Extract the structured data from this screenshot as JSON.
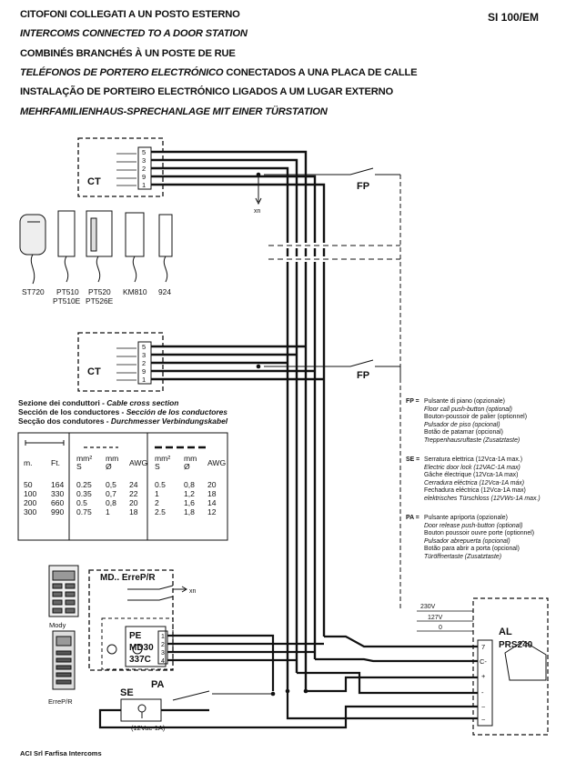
{
  "header": {
    "titles": [
      "CITOFONI COLLEGATI A UN POSTO ESTERNO",
      "INTERCOMS CONNECTED TO A DOOR STATION",
      "COMBINÉS BRANCHÉS À UN POSTE DE RUE",
      "TELÉFONOS DE PORTERO ELECTRÓNICO",
      "CONECTADOS A UNA PLACA DE CALLE",
      "INSTALAÇÃO DE PORTEIRO ELECTRÓNICO LIGADOS A UM LUGAR EXTERNO",
      "MEHRFAMILIENHAUS-SPRECHANLAGE MIT EINER TÜRSTATION"
    ],
    "ref": "SI 100/EM"
  },
  "diagram": {
    "ct_label": "CT",
    "fp_label": "FP",
    "xn_label": "xn",
    "terminals": [
      "5",
      "3",
      "2",
      "9",
      "1"
    ],
    "phones": [
      {
        "label1": "ST720",
        "label2": ""
      },
      {
        "label1": "PT510",
        "label2": "PT510E"
      },
      {
        "label1": "PT520",
        "label2": "PT526E"
      },
      {
        "label1": "KM810",
        "label2": ""
      },
      {
        "label1": "924",
        "label2": ""
      }
    ],
    "md_label": "MD.. ErreP/R",
    "pe_lines": [
      "PE",
      "MD30",
      "337C"
    ],
    "pe_terminals": [
      "1",
      "2",
      "3",
      "4"
    ],
    "mody_label": "Mody",
    "errep_label": "ErreP/R",
    "se_label": "SE",
    "pa_label": "PA",
    "se_spec": "(12Vac-1A)",
    "al_label": "AL",
    "al_model": "PRS240",
    "al_voltages": [
      "230V",
      "127V",
      "0"
    ],
    "al_terminals": [
      "7",
      "C-",
      "+",
      "-",
      "~",
      "~"
    ]
  },
  "cable": {
    "line1_bold": "Sezione dei conduttori - ",
    "line1_it": "Cable cross section",
    "line2_bold": "Sección de los conductores - ",
    "line2_it": "Sección de los conductores",
    "line3_bold": "Secção dos condutores - ",
    "line3_it": "Durchmesser Verbindungskabel",
    "headers": [
      "m.",
      "Ft.",
      "mm²\nS",
      "mm\nØ",
      "AWG",
      "mm²\nS",
      "mm\nØ",
      "AWG"
    ],
    "rows": [
      [
        "50",
        "164",
        "0.25",
        "0,5",
        "24",
        "0.5",
        "0,8",
        "20"
      ],
      [
        "100",
        "330",
        "0.35",
        "0,7",
        "22",
        "1",
        "1,2",
        "18"
      ],
      [
        "200",
        "660",
        "0.5",
        "0,8",
        "20",
        "2",
        "1,6",
        "14"
      ],
      [
        "300",
        "990",
        "0.75",
        "1",
        "18",
        "2.5",
        "1,8",
        "12"
      ]
    ]
  },
  "legend": {
    "fp": {
      "key": "FP =",
      "lines": [
        "Pulsante di piano (opzionale)",
        "Floor call push-button (optional)",
        "Bouton-poussoir de palier (optionnel)",
        "Pulsador de piso (opcional)",
        "Botão de patamar (opcional)",
        "Treppenhausruftaste (Zusatztaste)"
      ]
    },
    "se": {
      "key": "SE =",
      "lines": [
        "Serratura elettrica (12Vca-1A max.)",
        "Electric door lock (12VAC-1A max)",
        "Gâche électrique (12Vca-1A max)",
        "Cerradura eléctrica (12Vca-1A máx)",
        "Fechadura eléctrica (12Vca-1A max)",
        "elektrisches Türschloss (12VWs-1A max.)"
      ]
    },
    "pa": {
      "key": "PA =",
      "lines": [
        "Pulsante apriporta (opzionale)",
        "Door release push-button (optional)",
        "Bouton poussoir ouvre porte (optionnel)",
        "Pulsador abrepuerta (opcional)",
        "Botão para abrir a porta (opcional)",
        "Türöffnertaste (Zusatztaste)"
      ]
    }
  },
  "footer": "ACI Srl Farfisa Intercoms"
}
